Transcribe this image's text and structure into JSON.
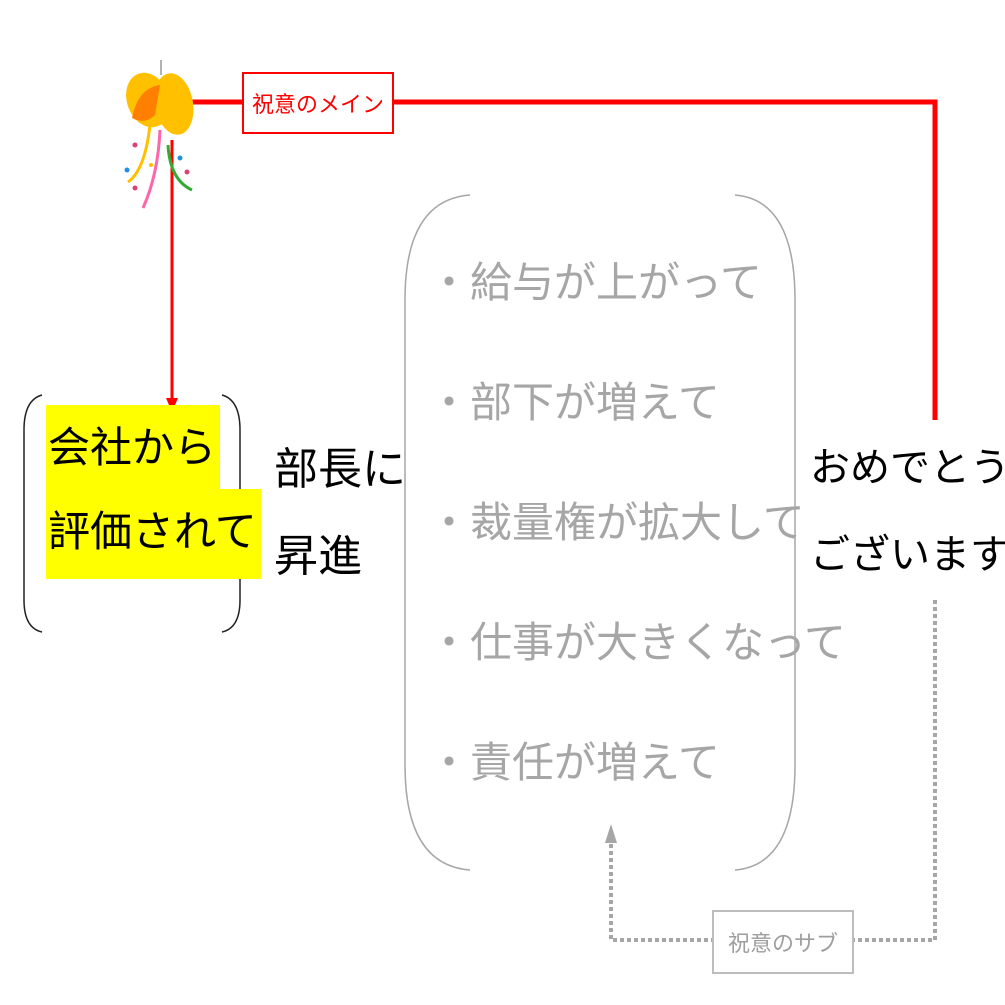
{
  "labels": {
    "main": "祝意のメイン",
    "sub": "祝意のサブ"
  },
  "cause": {
    "line1": "会社から",
    "line2": "評価されて"
  },
  "event": {
    "line1": "部長に",
    "line2": "昇進"
  },
  "details": [
    "・給与が上がって",
    "・部下が増えて",
    "・裁量権が拡大して",
    "・仕事が大きくなって",
    "・責任が増えて"
  ],
  "greeting": {
    "line1": "おめでとう",
    "line2": "ございます"
  },
  "colors": {
    "main_line": "#ff0000",
    "sub_line": "#a6a6a6",
    "highlight": "#ffff00"
  },
  "icons": {
    "popper": "party-popper-icon"
  }
}
